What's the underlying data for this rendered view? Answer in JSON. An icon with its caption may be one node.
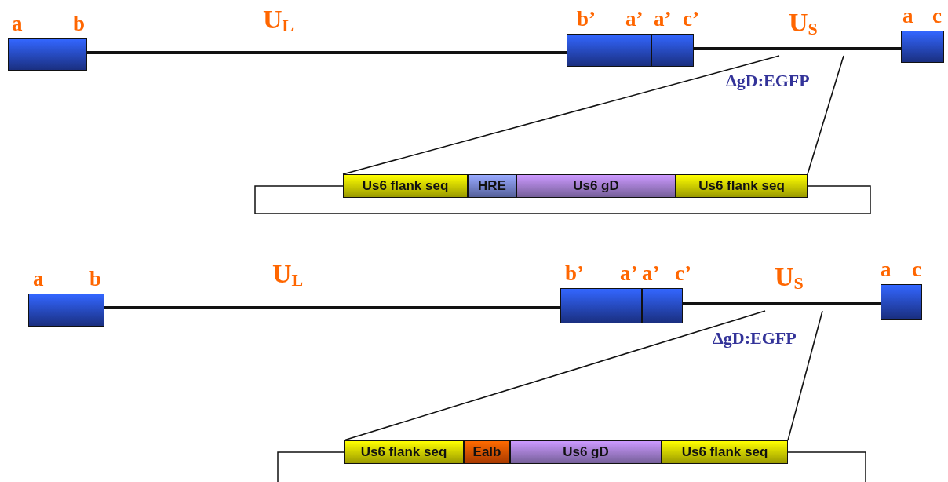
{
  "diagram": {
    "nodes": [
      {
        "text": [
          "a",
          "b"
        ]
      },
      {
        "text": [
          "b’",
          "a’"
        ]
      },
      {
        "text": [
          "a’",
          "c’"
        ]
      },
      {
        "text": [
          "a",
          "c"
        ]
      },
      {
        "text": [
          "Us6 flank seq"
        ]
      },
      {
        "text": [
          "HRE"
        ]
      },
      {
        "text": [
          "Us6 gD"
        ]
      },
      {
        "text": [
          "Us6 flank seq"
        ]
      },
      {
        "text": [
          "a",
          "b"
        ]
      },
      {
        "text": [
          "b’",
          "a’"
        ]
      },
      {
        "text": [
          "a’",
          "c’"
        ]
      },
      {
        "text": [
          "a",
          "c"
        ]
      },
      {
        "text": [
          "Us6 flank seq"
        ]
      },
      {
        "text": [
          "Ealb"
        ]
      },
      {
        "text": [
          "Us6 gD"
        ]
      },
      {
        "text": [
          "Us6 flank seq"
        ]
      },
      {
        "text": [],
        "shape": "box"
      },
      {
        "text": [],
        "shape": "box"
      }
    ],
    "edges": [
      {
        "from": 0,
        "to": 1,
        "arrow": "none",
        "style": "thick"
      },
      {
        "from": 2,
        "to": 3,
        "arrow": "none",
        "style": "thick"
      },
      {
        "from": null,
        "to": 4,
        "arrow": "none"
      },
      {
        "from": null,
        "to": 7,
        "arrow": "none"
      },
      {
        "from": 8,
        "to": 9,
        "arrow": "none",
        "style": "thick"
      },
      {
        "from": 10,
        "to": 11,
        "arrow": "none",
        "style": "thick"
      },
      {
        "from": null,
        "to": 12,
        "arrow": "none"
      },
      {
        "from": null,
        "to": 15,
        "arrow": "none"
      }
    ],
    "labels": [
      "U$_{L}$",
      "U$_{S}$",
      "ΔgD:EGFP",
      "U$_{L}$",
      "U$_{S}$",
      "ΔgD:EGFP"
    ]
  }
}
